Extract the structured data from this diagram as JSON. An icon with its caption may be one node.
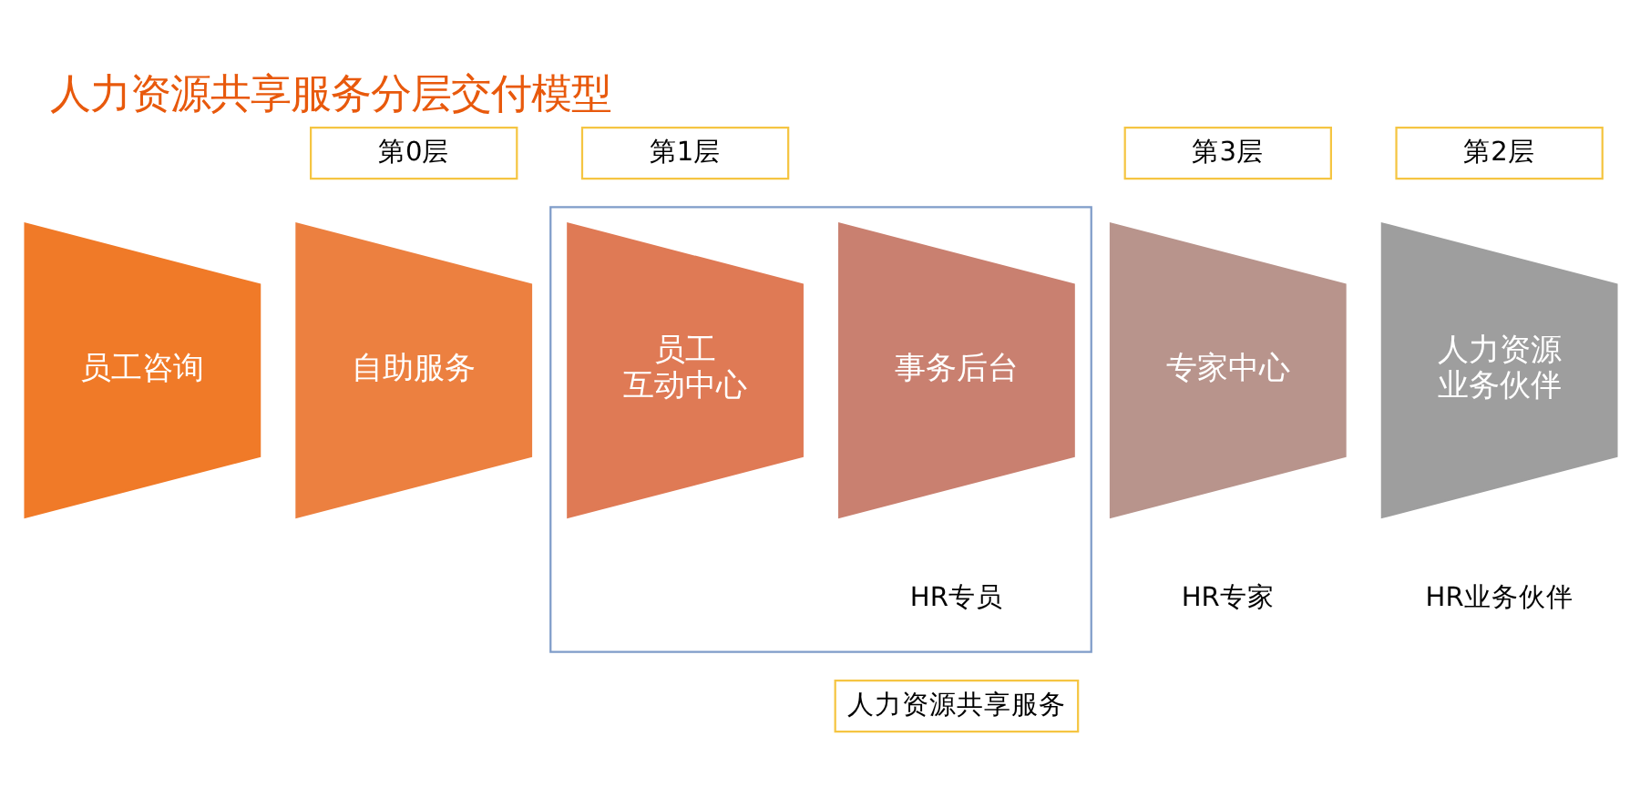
{
  "diagram": {
    "title": "人力资源共享服务分层交付模型",
    "nodes": [
      {
        "text": [
          "第0层"
        ]
      },
      {
        "text": [
          "第1层"
        ]
      },
      {
        "text": [
          "第3层"
        ]
      },
      {
        "text": [
          "第2层"
        ]
      },
      {
        "text": [
          "员工咨询"
        ]
      },
      {
        "text": [
          "自助服务"
        ]
      },
      {
        "text": [],
        "shape": "box"
      },
      {
        "text": [
          "员工互动中心"
        ],
        "in": 6
      },
      {
        "text": [
          "事务后台"
        ],
        "in": 6,
        "beside": [
          "HR专员"
        ]
      },
      {
        "text": [
          "专家中心"
        ],
        "beside": [
          "HR专家"
        ]
      },
      {
        "text": [
          "人力资源业务伙伴"
        ],
        "beside": [
          "HR业务伙伴"
        ]
      },
      {
        "text": [
          "人力资源共享服务"
        ]
      }
    ],
    "edges": []
  }
}
